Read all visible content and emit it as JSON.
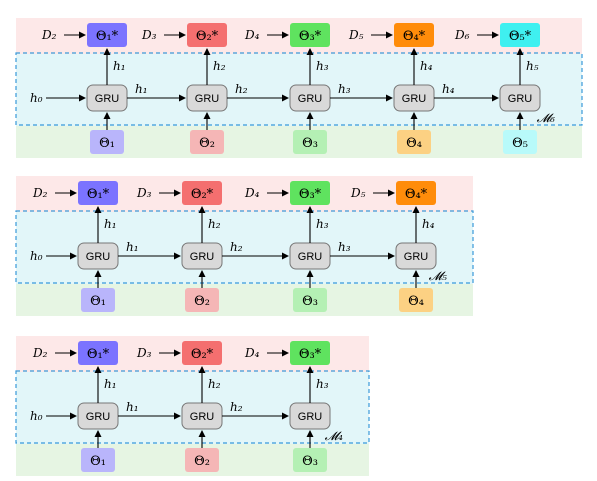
{
  "colors": {
    "top_band": "#fde8e8",
    "mid_band": "#e2f6f9",
    "bottom_band": "#e6f5e3",
    "dash_border": "#3a9ad9",
    "gru_fill": "#d9d9d9",
    "theta_star_fills": [
      "#7b73ff",
      "#f46f6f",
      "#5fe35f",
      "#ff8c0a",
      "#3ff0f0"
    ],
    "theta_input_fills": [
      "#b9b5fb",
      "#f5b6b6",
      "#b4f0b4",
      "#fcd183",
      "#b8fafa"
    ]
  },
  "common": {
    "gru_label": "GRU",
    "h0_label": "h₀"
  },
  "panels": [
    {
      "model_label": "𝓜₆",
      "d_labels": [
        "D₂",
        "D₃",
        "D₄",
        "D₅",
        "D₆"
      ],
      "theta_star_labels": [
        "Θ₁*",
        "Θ₂*",
        "Θ₃*",
        "Θ₄*",
        "Θ₅*"
      ],
      "h_up_labels": [
        "h₁",
        "h₂",
        "h₃",
        "h₄",
        "h₅"
      ],
      "h_side_labels": [
        "h₁",
        "h₂",
        "h₃",
        "h₄"
      ],
      "theta_input_labels": [
        "Θ₁",
        "Θ₂",
        "Θ₃",
        "Θ₄",
        "Θ₅"
      ]
    },
    {
      "model_label": "𝓜₅",
      "d_labels": [
        "D₂",
        "D₃",
        "D₄",
        "D₅"
      ],
      "theta_star_labels": [
        "Θ₁*",
        "Θ₂*",
        "Θ₃*",
        "Θ₄*"
      ],
      "h_up_labels": [
        "h₁",
        "h₂",
        "h₃",
        "h₄"
      ],
      "h_side_labels": [
        "h₁",
        "h₂",
        "h₃"
      ],
      "theta_input_labels": [
        "Θ₁",
        "Θ₂",
        "Θ₃",
        "Θ₄"
      ]
    },
    {
      "model_label": "𝓜₄",
      "d_labels": [
        "D₂",
        "D₃",
        "D₄"
      ],
      "theta_star_labels": [
        "Θ₁*",
        "Θ₂*",
        "Θ₃*"
      ],
      "h_up_labels": [
        "h₁",
        "h₂",
        "h₃"
      ],
      "h_side_labels": [
        "h₁",
        "h₂"
      ],
      "theta_input_labels": [
        "Θ₁",
        "Θ₂",
        "Θ₃"
      ]
    }
  ]
}
